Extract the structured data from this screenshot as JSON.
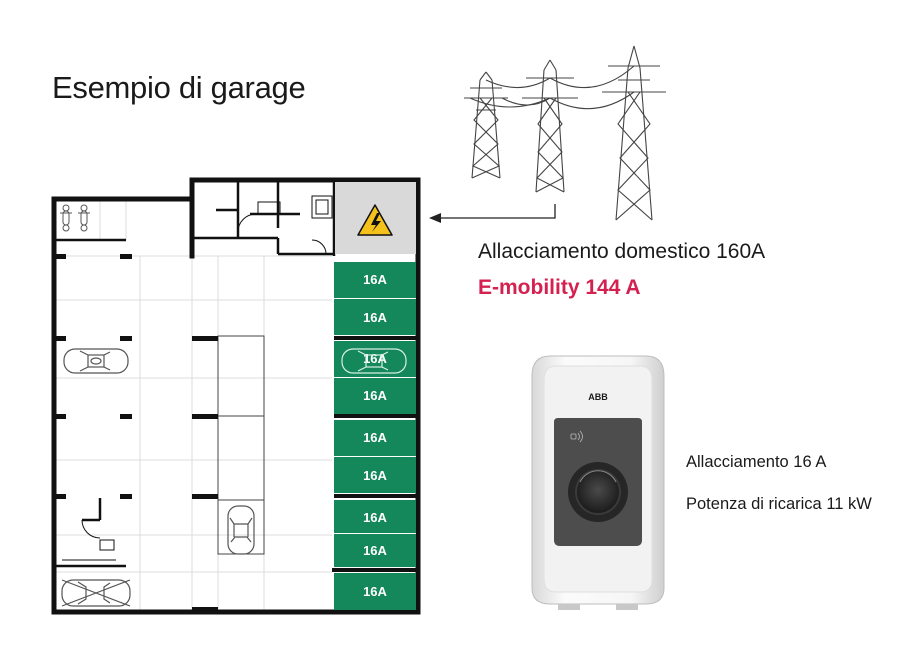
{
  "title": "Esempio di garage",
  "house_connection": "Allacciamento domestico 160A",
  "emobility": "E-mobility 144 A",
  "charger": {
    "brand": "ABB",
    "connection": "Allacciamento 16 A",
    "power": "Potenza di ricarica 11 kW"
  },
  "charging_slots": [
    {
      "label": "16A"
    },
    {
      "label": "16A"
    },
    {
      "label": "16A"
    },
    {
      "label": "16A"
    },
    {
      "label": "16A"
    },
    {
      "label": "16A"
    },
    {
      "label": "16A"
    },
    {
      "label": "16A"
    },
    {
      "label": "16A"
    }
  ],
  "colors": {
    "slot_green": "#14875b",
    "emobility_red": "#d4214f",
    "hazard_yellow": "#f5c21b",
    "utility_room": "#d9d9d9"
  },
  "icons": {
    "hazard": "high-voltage-warning-icon",
    "pylon": "power-pylon-icon",
    "car": "car-top-view-icon",
    "bike": "motorbike-icon"
  }
}
